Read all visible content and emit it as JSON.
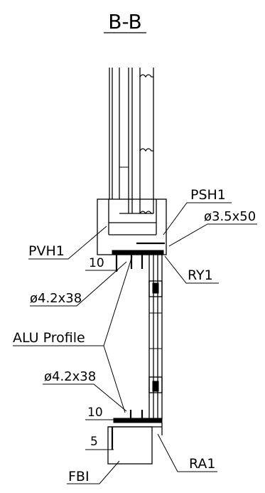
{
  "section_title": "B-B",
  "labels": {
    "psh1": "PSH1",
    "screw_top_right": "ø3.5x50",
    "pvh1": "PVH1",
    "dim_top": "10",
    "ry1": "RY1",
    "screw_left_top": "ø4.2x38",
    "alu_profile": "ALU Profile",
    "screw_left_bottom": "ø4.2x38",
    "dim_bottom": "10",
    "dim_five": "5",
    "fbi": "FBI",
    "ra1": "RA1"
  }
}
